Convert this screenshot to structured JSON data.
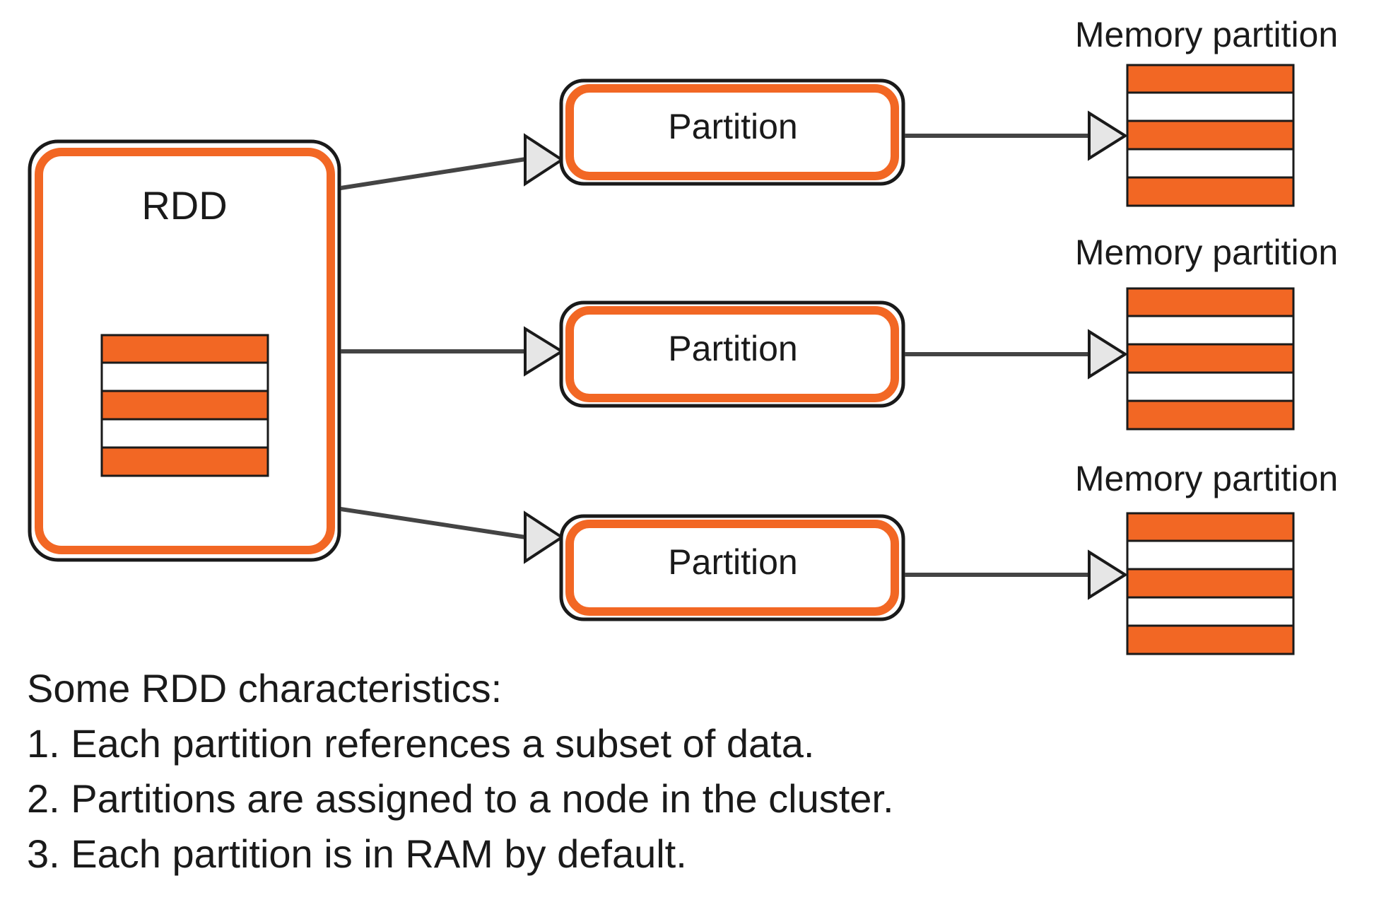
{
  "rdd": {
    "label": "RDD"
  },
  "partitions": [
    {
      "label": "Partition",
      "memory_label": "Memory partition"
    },
    {
      "label": "Partition",
      "memory_label": "Memory partition"
    },
    {
      "label": "Partition",
      "memory_label": "Memory partition"
    }
  ],
  "notes": {
    "heading": "Some RDD characteristics:",
    "items": [
      "1. Each partition references a subset of data.",
      "2. Partitions are assigned to a node in the cluster.",
      "3. Each partition is in RAM by default."
    ]
  },
  "colors": {
    "accent": "#F26724",
    "outline": "#1a1a1a",
    "connector": "#444444",
    "arrowhead_fill": "#e6e6e6"
  }
}
